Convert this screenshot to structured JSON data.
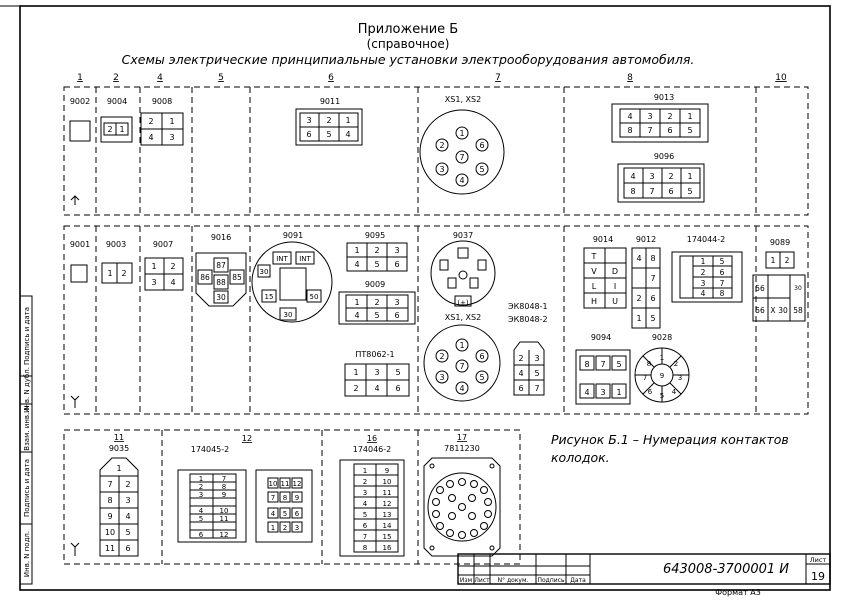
{
  "header": {
    "line1": "Приложение Б",
    "line2": "(справочное)",
    "line3": "Схемы электрические принципиальные установки электрооборудования автомобиля."
  },
  "columns": [
    "1",
    "2",
    "4",
    "5",
    "6",
    "7",
    "8",
    "10"
  ],
  "labels": {
    "c9002": "9002",
    "c9004": "9004",
    "c9008": "9008",
    "c9011": "9011",
    "cxs1": "XS1, XS2",
    "c9013": "9013",
    "c9096": "9096",
    "c9001": "9001",
    "c9003": "9003",
    "c9007": "9007",
    "c9016": "9016",
    "c9091": "9091",
    "c9095": "9095",
    "c9009": "9009",
    "c9037": "9037",
    "cxs2": "XS1, XS2",
    "cek1": "ЭК8048-1",
    "cek2": "ЭК8048-2",
    "cpt": "ПТ8062-1",
    "c9014": "9014",
    "c9012": "9012",
    "c174044": "174044-2",
    "c9089": "9089",
    "c9094": "9094",
    "c9028": "9028",
    "c11": "11",
    "c9035": "9035",
    "c12": "12",
    "c174045": "174045-2",
    "c16": "16",
    "c174046": "174046-2",
    "c17": "17",
    "c7811230": "7811230"
  },
  "caption": {
    "line1": "Рисунок Б.1 – Нумерация контактов",
    "line2": "колодок."
  },
  "side_stamp": [
    "Инв. N подл.",
    "Подпись и дата",
    "Взам. инв. N",
    "Инв. N дубл.",
    "Подпись и дата"
  ],
  "title_block": {
    "doc_number": "643008-3700001 И",
    "sheet_label": "Лист",
    "sheet_number": "19",
    "format": "Формат А3",
    "cols": [
      "Изм",
      "Лист",
      "N° докум.",
      "Подпись",
      "Дата"
    ]
  }
}
